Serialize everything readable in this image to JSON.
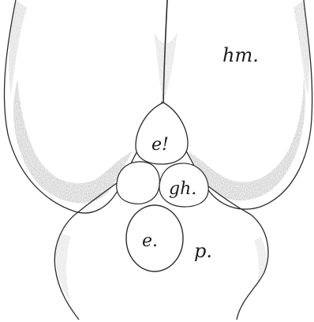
{
  "figure": {
    "ink_color": "#2a2a2a",
    "shade_color": "#7a7a7a",
    "background": "#ffffff",
    "labels": {
      "hm": "hm.",
      "e_prime": "e!",
      "gh": "gh.",
      "e": "e.",
      "p": "p."
    }
  }
}
